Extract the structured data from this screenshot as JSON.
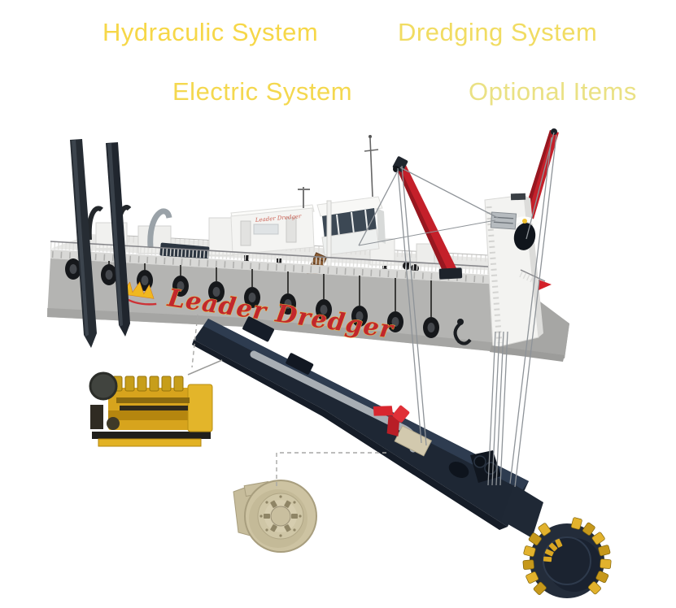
{
  "labels": {
    "hydraulic": {
      "text": "Hydraculic System",
      "color": "#f6d748"
    },
    "dredging": {
      "text": "Dredging System",
      "color": "#f1dc62"
    },
    "electric": {
      "text": "Electric System",
      "color": "#f4d84f"
    },
    "optional": {
      "text": "Optional Items",
      "color": "#eae184"
    }
  },
  "branding": {
    "hull_text": "Leader Dredger",
    "hull_text_color": "#c1272d",
    "hull_text_outline": "#f2c43c",
    "cabin_text": "Leader Dredger"
  },
  "illustration_colors": {
    "crane_red": "#c4202a",
    "ladder_navy": "#1e2734",
    "hull_gray": "#b4b4b2",
    "engine_yellow": "#d7a41d",
    "pump_beige": "#cdc3a2",
    "cutter_teeth_gold": "#d9a621",
    "spud_dark": "#262c33",
    "leader_line_gray": "#a7a7a5"
  }
}
